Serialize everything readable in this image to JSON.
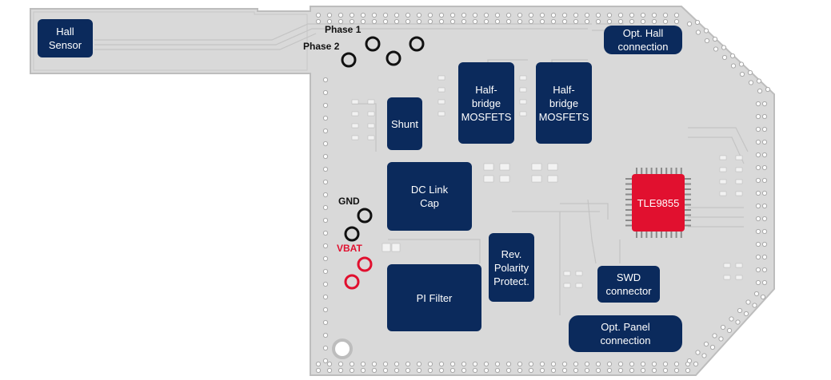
{
  "colors": {
    "board": "#d9d9d9",
    "board_edge": "#bdbdbd",
    "block": "#0b2a5c",
    "chip": "#e1102f",
    "pad_black": "#111111",
    "pad_red": "#e1102f"
  },
  "blocks": {
    "hall_sensor": "Hall\nSensor",
    "opt_hall": "Opt. Hall\nconnection",
    "shunt": "Shunt",
    "halfbridge_1": "Half-\nbridge\nMOSFETS",
    "halfbridge_2": "Half-\nbridge\nMOSFETS",
    "dc_link": "DC Link\nCap",
    "tle9855": "TLE9855",
    "rev_polarity": "Rev.\nPolarity\nProtect.",
    "pi_filter": "PI Filter",
    "swd": "SWD\nconnector",
    "opt_panel": "Opt. Panel\nconnection"
  },
  "labels": {
    "phase1": "Phase 1",
    "phase2": "Phase 2",
    "gnd": "GND",
    "vbat": "VBAT"
  },
  "icons": {
    "test_pad": "ring",
    "mounting_hole": "ring"
  }
}
